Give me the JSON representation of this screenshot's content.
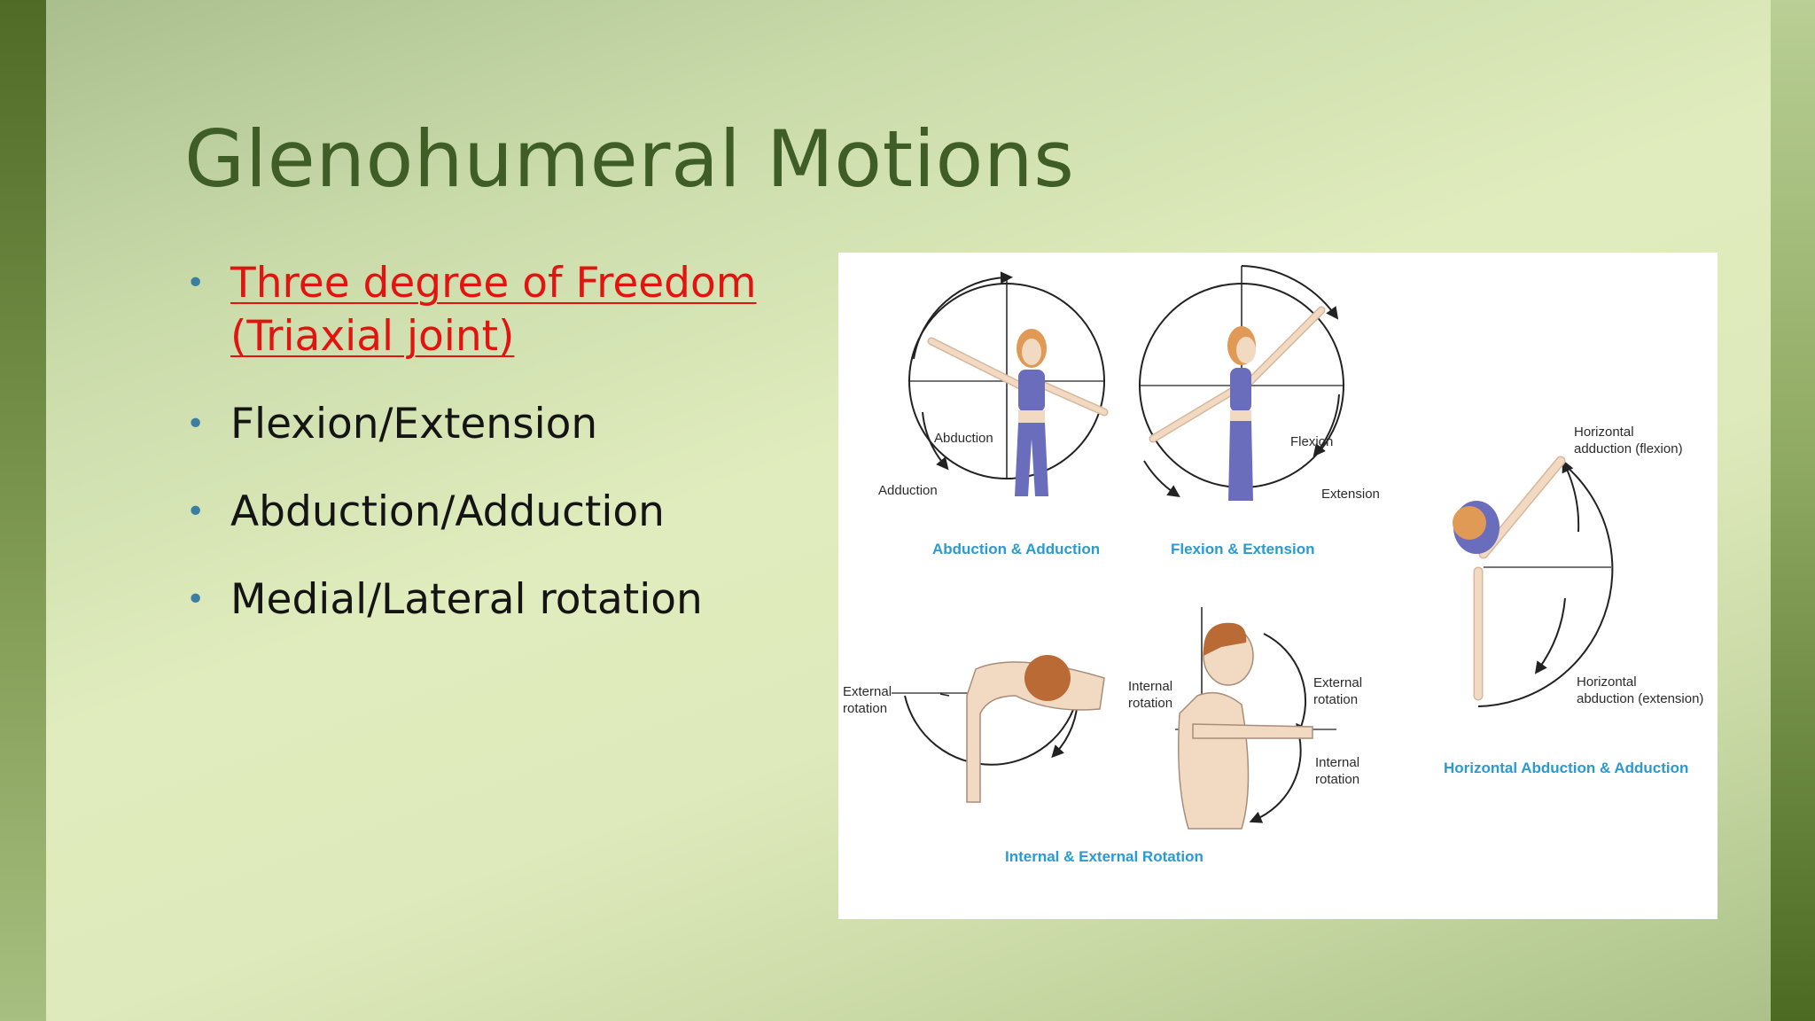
{
  "slide": {
    "title": "Glenohumeral Motions",
    "bullets": [
      {
        "text": "Three degree of Freedom (Triaxial joint)",
        "style": "link",
        "color": "#e3140f"
      },
      {
        "text": "Flexion/Extension"
      },
      {
        "text": "Abduction/Adduction"
      },
      {
        "text": "Medial/Lateral rotation"
      }
    ],
    "bullet_glyph": "•"
  },
  "diagram": {
    "panels": {
      "abduction": {
        "labels": [
          "Abduction",
          "Adduction"
        ],
        "caption": "Abduction & Adduction"
      },
      "flexion": {
        "labels": [
          "Flexion",
          "Extension"
        ],
        "caption": "Flexion & Extension"
      },
      "horizontal": {
        "labels": [
          "Horizontal",
          "adduction (flexion)",
          "Horizontal",
          "abduction (extension)"
        ],
        "caption": "Horizontal Abduction & Adduction"
      },
      "rotation_top": {
        "labels": [
          "External",
          "rotation",
          "Internal",
          "rotation"
        ]
      },
      "rotation_side": {
        "labels": [
          "External",
          "rotation",
          "Internal",
          "rotation"
        ],
        "caption": "Internal & External Rotation"
      }
    },
    "colors": {
      "caption": "#2a9ad2",
      "outfit": "#6a6dbb",
      "skin": "#f1d9c2",
      "hair": "#e09a55"
    }
  }
}
